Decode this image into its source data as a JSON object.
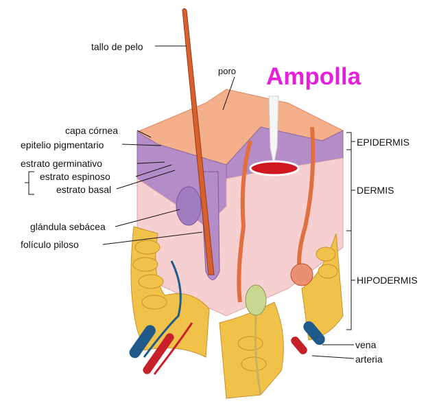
{
  "title": "Ampolla",
  "labels_left": {
    "hair_shaft": "tallo de pelo",
    "pore": "poro",
    "stratum_corneum": "capa córnea",
    "pigment_epithelium": "epitelio pigmentario",
    "stratum_germinativum": "estrato germinativo",
    "stratum_spinosum": "estrato espinoso",
    "stratum_basale": "estrato basal",
    "sebaceous_gland": "glándula sebácea",
    "hair_follicle": "folículo piloso"
  },
  "labels_right": {
    "epidermis": "EPIDERMIS",
    "dermis": "DERMIS",
    "hypodermis": "HIPODERMIS",
    "vein": "vena",
    "artery": "arteria"
  },
  "colors": {
    "title": "#e51fdc",
    "epidermis_top": "#f4b08a",
    "epidermis_purple": "#b48cc8",
    "dermis": "#f6cfd0",
    "fat": "#f0c24a",
    "vein": "#1f5a8a",
    "artery": "#c8202a",
    "blister": "#d01820"
  }
}
